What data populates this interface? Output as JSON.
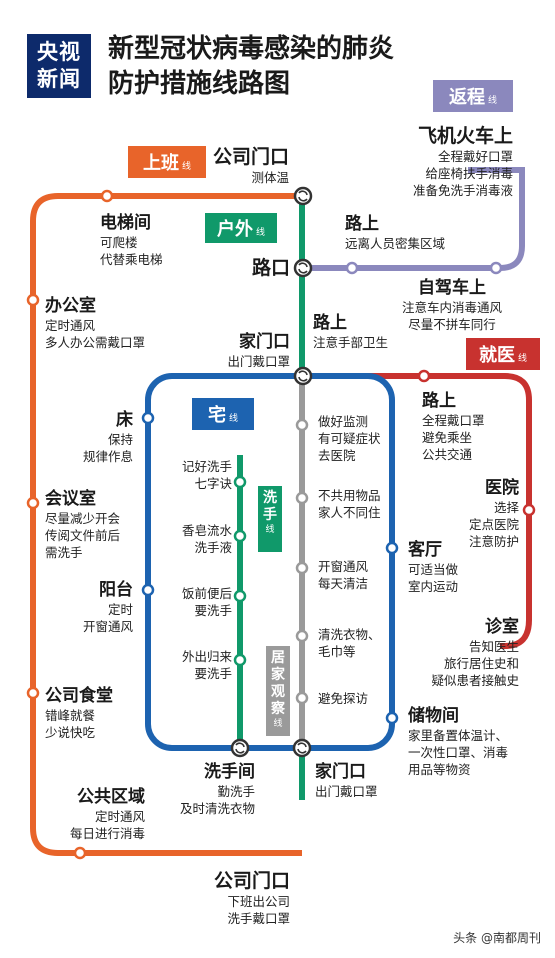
{
  "header": {
    "logo_line1": "央视",
    "logo_line2": "新闻",
    "title_line1": "新型冠状病毒感染的肺炎",
    "title_line2": "防护措施线路图"
  },
  "line_tags": {
    "shangban": {
      "label": "上班",
      "suffix": "线"
    },
    "fancheng": {
      "label": "返程",
      "suffix": "线"
    },
    "huwai": {
      "label": "户外",
      "suffix": "线"
    },
    "jiuyi": {
      "label": "就医",
      "suffix": "线"
    },
    "zhai": {
      "label": "宅",
      "suffix": "线"
    },
    "xishou": {
      "label": "洗手",
      "suffix": "线"
    },
    "jujia": {
      "label": "居家观察",
      "suffix": "线"
    }
  },
  "stations": {
    "gongsi_top": {
      "name": "公司门口",
      "desc": "测体温"
    },
    "feiji": {
      "name": "飞机火车上",
      "desc": [
        "全程戴好口罩",
        "给座椅扶手消毒",
        "准备免洗手消毒液"
      ]
    },
    "dianti": {
      "name": "电梯间",
      "desc": [
        "可爬楼",
        "代替乘电梯"
      ]
    },
    "lushang_fc": {
      "name": "路上",
      "desc": "远离人员密集区域"
    },
    "lukou": {
      "name": "路口"
    },
    "zijia": {
      "name": "自驾车上",
      "desc": [
        "注意车内消毒通风",
        "尽量不拼车同行"
      ]
    },
    "bangong": {
      "name": "办公室",
      "desc": [
        "定时通风",
        "多人办公需戴口罩"
      ]
    },
    "lushang_hw": {
      "name": "路上",
      "desc": "注意手部卫生"
    },
    "jiamen_top": {
      "name": "家门口",
      "desc": "出门戴口罩"
    },
    "lushang_jy": {
      "name": "路上",
      "desc": [
        "全程戴口罩",
        "避免乘坐",
        "公共交通"
      ]
    },
    "chuang": {
      "name": "床",
      "desc": [
        "保持",
        "规律作息"
      ]
    },
    "yiyuan": {
      "name": "医院",
      "desc": [
        "选择",
        "定点医院",
        "注意防护"
      ]
    },
    "huiyi": {
      "name": "会议室",
      "desc": [
        "尽量减少开会",
        "传阅文件前后",
        "需洗手"
      ]
    },
    "keting": {
      "name": "客厅",
      "desc": [
        "可适当做",
        "室内运动"
      ]
    },
    "yangtai": {
      "name": "阳台",
      "desc": [
        "定时",
        "开窗通风"
      ]
    },
    "zhensuo": {
      "name": "诊室",
      "desc": [
        "告知医生",
        "旅行居住史和",
        "疑似患者接触史"
      ]
    },
    "shitang": {
      "name": "公司食堂",
      "desc": [
        "错峰就餐",
        "少说快吃"
      ]
    },
    "chuwu": {
      "name": "储物间",
      "desc": [
        "家里备置体温计、",
        "一次性口罩、消毒",
        "用品等物资"
      ]
    },
    "xishoujian": {
      "name": "洗手间",
      "desc": [
        "勤洗手",
        "及时清洗衣物"
      ]
    },
    "jiamen_bottom": {
      "name": "家门口",
      "desc": "出门戴口罩"
    },
    "gonggong": {
      "name": "公共区域",
      "desc": [
        "定时通风",
        "每日进行消毒"
      ]
    },
    "gongsi_bottom": {
      "name": "公司门口",
      "desc": [
        "下班出公司",
        "洗手戴口罩"
      ]
    }
  },
  "handwash_stops": [
    [
      "记好洗手",
      "七字诀"
    ],
    [
      "香皂流水",
      "洗手液"
    ],
    [
      "饭前便后",
      "要洗手"
    ],
    [
      "外出归来",
      "要洗手"
    ]
  ],
  "observation_stops": [
    [
      "做好监测",
      "有可疑症状",
      "去医院"
    ],
    [
      "不共用物品",
      "家人不同住"
    ],
    [
      "开窗通风",
      "每天清洁"
    ],
    [
      "清洗衣物、",
      "毛巾等"
    ],
    [
      "避免探访"
    ]
  ],
  "footer": {
    "text": "头条 @南都周刊"
  },
  "colors": {
    "orange": "#e8642a",
    "purple": "#8b88bd",
    "green": "#10996a",
    "red": "#c8322f",
    "blue": "#1d63b0",
    "gray": "#9a9a9a",
    "navy": "#0d2a6b"
  }
}
